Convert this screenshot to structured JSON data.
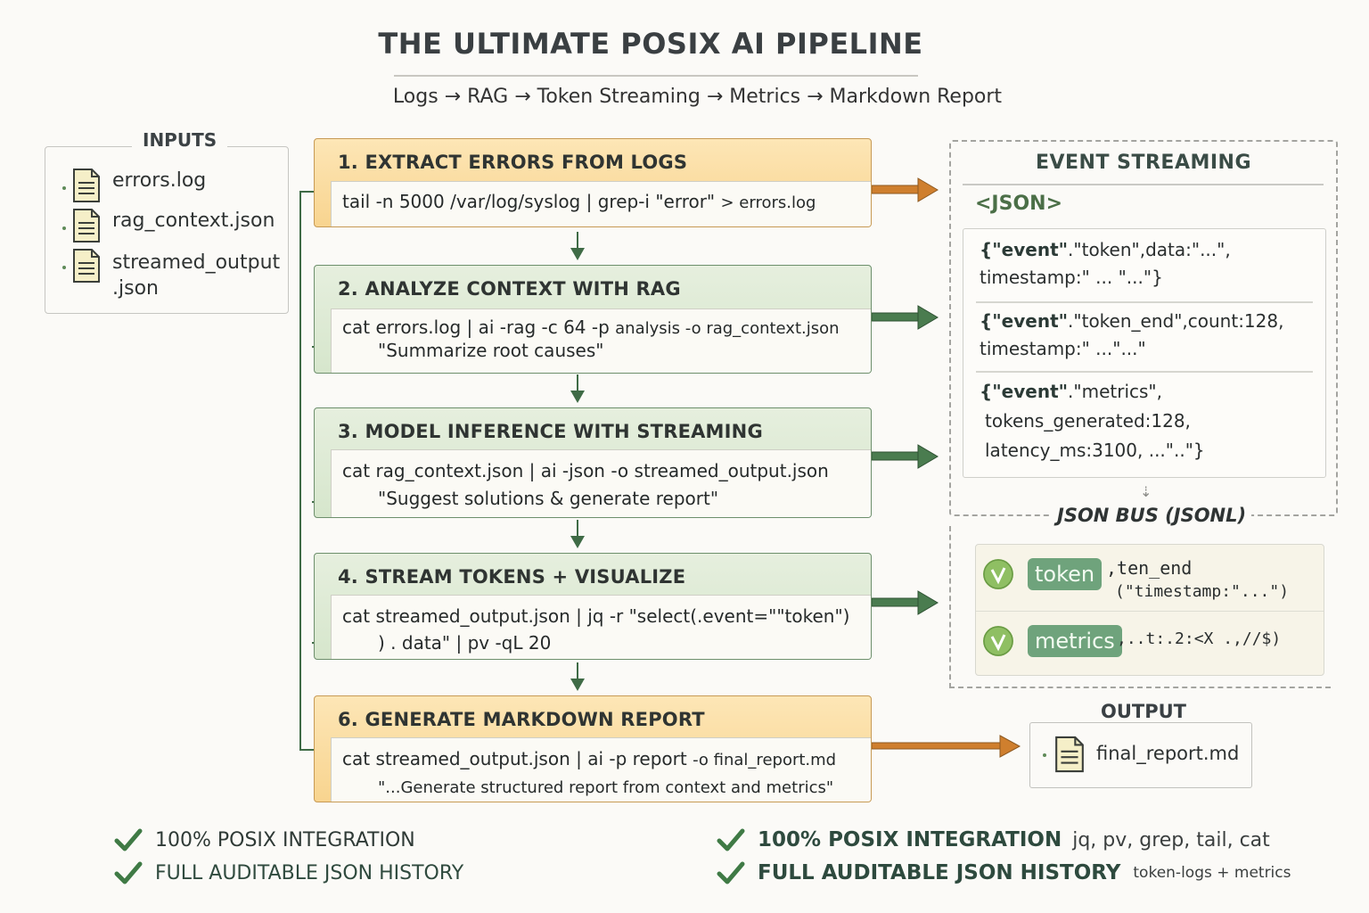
{
  "header": {
    "title": "THE ULTIMATE POSIX AI PIPELINE",
    "subtitle": "Logs → RAG → Token Streaming → Metrics → Markdown Report"
  },
  "inputs": {
    "title": "INPUTS",
    "files": [
      "errors.log",
      "rag_context.json",
      "streamed_output",
      ".json"
    ]
  },
  "steps": [
    {
      "title": "1. EXTRACT ERRORS FROM LOGS",
      "command": "tail -n 5000 /var/log/syslog | grep-i \"error\"",
      "command_tail": "> errors.log",
      "command_line2": ""
    },
    {
      "title": "2. ANALYZE CONTEXT WITH RAG",
      "command": "cat errors.log | ai -rag -c 64 -p",
      "command_tail": "analysis -o rag_context.json",
      "command_line2": "\"Summarize root causes\""
    },
    {
      "title": "3. MODEL INFERENCE WITH STREAMING",
      "command": "cat rag_context.json | ai -json -o streamed_output.json",
      "command_tail": "",
      "command_line2": "\"Suggest solutions & generate report\""
    },
    {
      "title": "4. STREAM TOKENS + VISUALIZE",
      "command": "cat streamed_output.json | jq -r \"select(.event=\"\"token\")",
      "command_tail": "",
      "command_line2": ") . data\" | pv -qL 20"
    },
    {
      "title": "6. GENERATE MARKDOWN REPORT",
      "command": "cat streamed_output.json | ai -p report",
      "command_tail": "-o final_report.md",
      "command_line2": "\"...Generate structured report from context and metrics\""
    }
  ],
  "event_streaming": {
    "title": "EVENT STREAMING",
    "tag": "<JSON>",
    "events": [
      {
        "line1_key": "{\"event\"",
        "line1_rest": ".\"token\",data:\"...\",",
        "line2": "timestamp:\" ... \"...\"}",
        "line3": ""
      },
      {
        "line1_key": "{\"event\"",
        "line1_rest": ".\"token_end\",count:128,",
        "line2": "timestamp:\" ...\"...\"",
        "line3": ""
      },
      {
        "line1_key": "{\"event\"",
        "line1_rest": ".\"metrics\",",
        "line2": "tokens_generated:128,",
        "line3": "latency_ms:3100, ...\"..\"}"
      }
    ],
    "bus_label": "JSON BUS (JSONL)",
    "bus_rows": [
      {
        "pill": "token",
        "text1": ",ten_end",
        "text2": "(\"timestamp:\"...\")"
      },
      {
        "pill": "metrics",
        "text1": ",..t:.2:<X .,//$)",
        "text2": ""
      }
    ]
  },
  "output": {
    "title": "OUTPUT",
    "file": "final_report.md"
  },
  "footer": {
    "left": [
      {
        "text": "100% POSIX INTEGRATION"
      },
      {
        "text": "FULL AUDITABLE JSON HISTORY"
      }
    ],
    "right": [
      {
        "strong": "100% POSIX INTEGRATION",
        "detail": "jq, pv, grep, tail, cat"
      },
      {
        "strong": "FULL AUDITABLE JSON HISTORY",
        "detail": "token-logs + metrics"
      }
    ]
  },
  "colors": {
    "orange_box": "#f8d48f",
    "green_box": "#d6e6cc",
    "green_arrow": "#3f6b46",
    "orange_arrow": "#cf7f2e",
    "check_green": "#3f7a45"
  }
}
